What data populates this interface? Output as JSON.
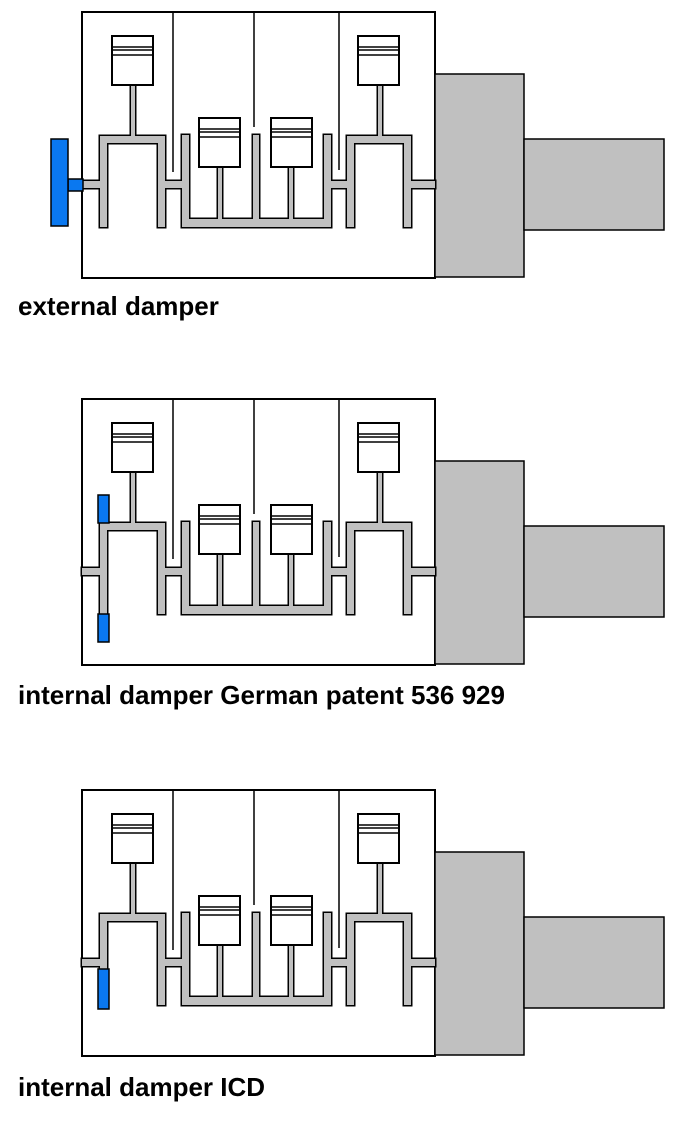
{
  "diagrams": [
    {
      "label": "external damper",
      "damper": "external"
    },
    {
      "label": "internal damper German patent 536 929",
      "damper": "internal-patent"
    },
    {
      "label": "internal damper ICD",
      "damper": "internal-icd"
    }
  ],
  "colors": {
    "damper": "#0a78f0",
    "crank": "#c0c0c0",
    "flywheel": "#c0c0c0"
  }
}
